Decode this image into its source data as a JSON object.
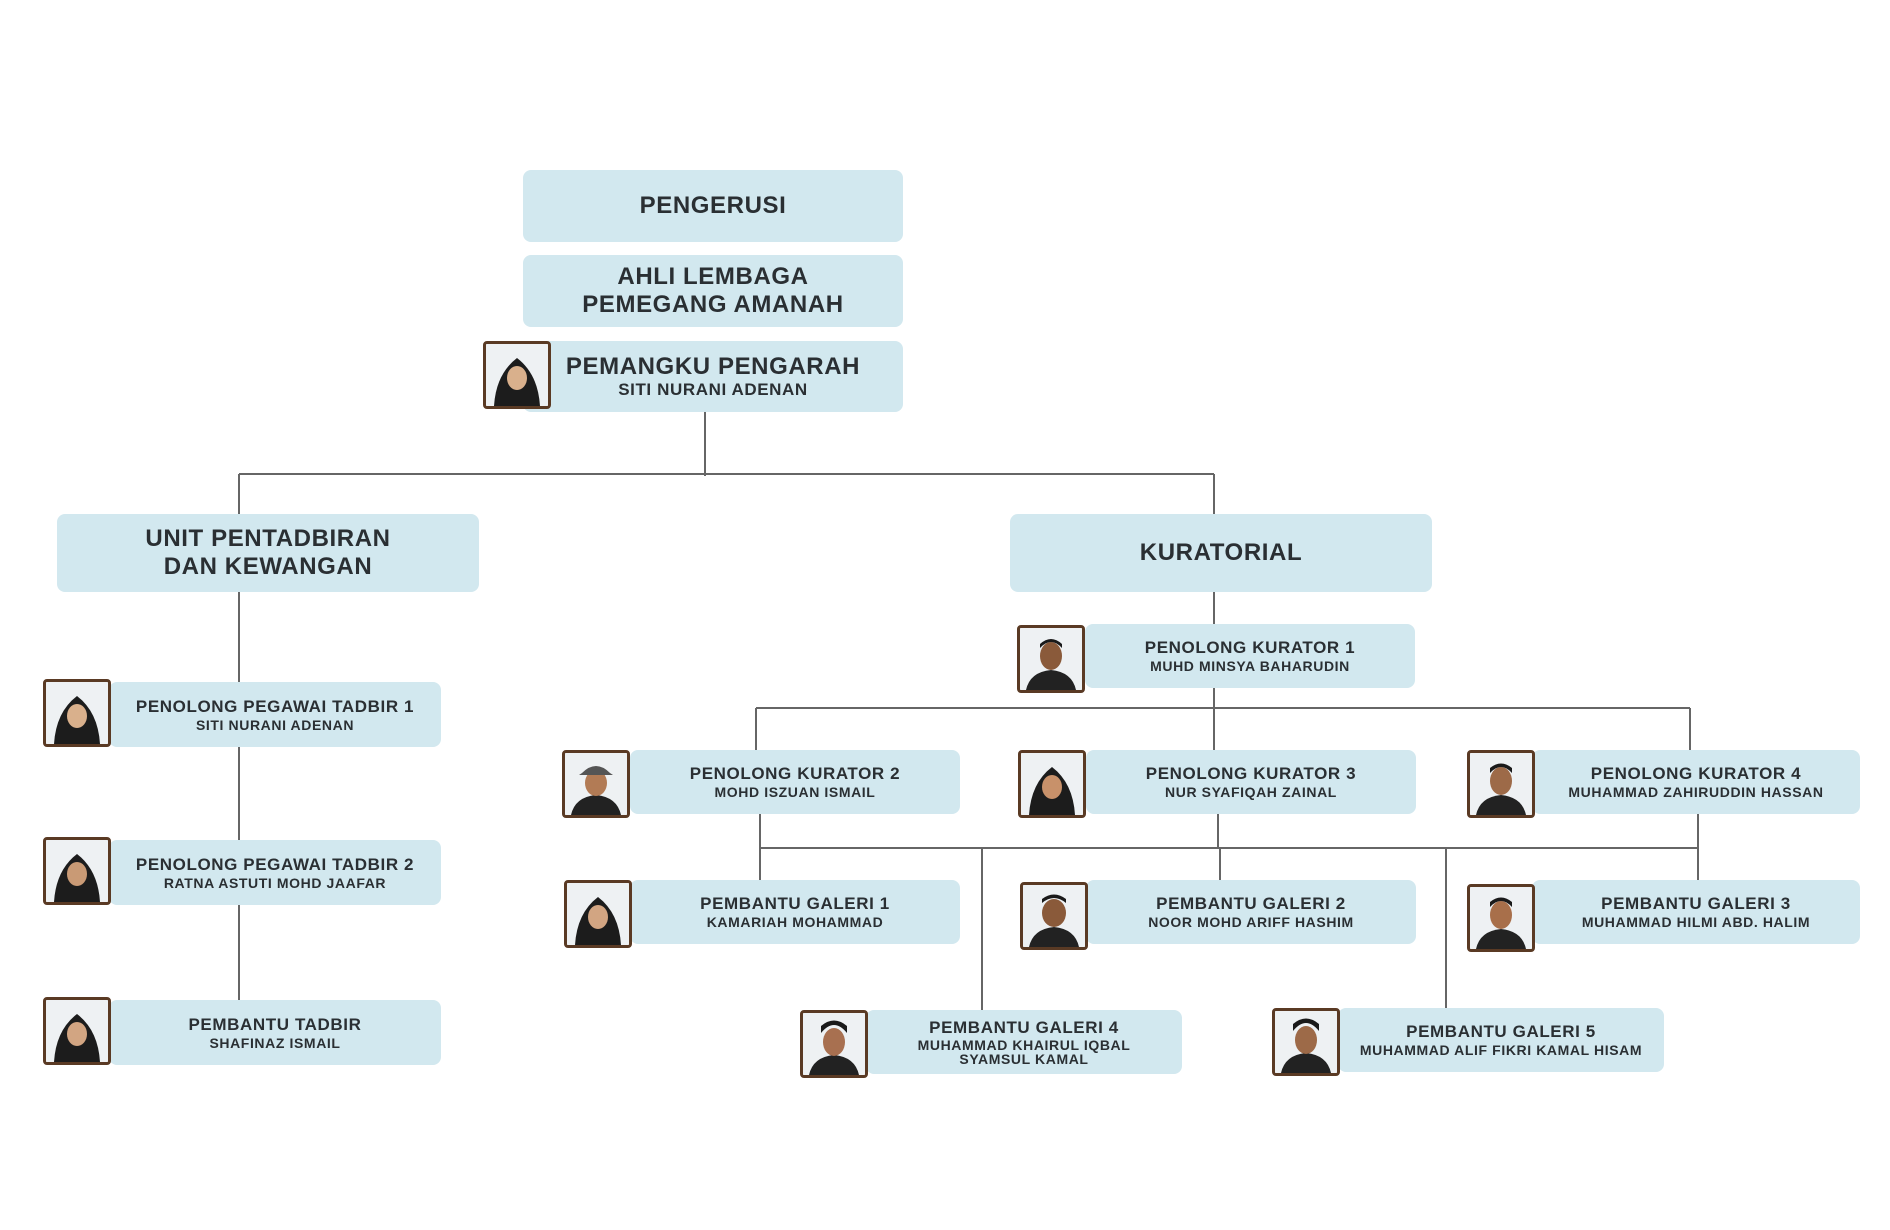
{
  "top": {
    "pengerusi": "PENGERUSI",
    "ahli_lembaga": "AHLI LEMBAGA\nPEMEGANG AMANAH",
    "pengarah_title": "PEMANGKU PENGARAH",
    "pengarah_name": "SITI NURANI ADENAN"
  },
  "units": {
    "admin": "UNIT PENTADBIRAN\nDAN KEWANGAN",
    "kuratorial": "KURATORIAL"
  },
  "admin_staff": [
    {
      "title": "PENOLONG PEGAWAI TADBIR 1",
      "name": "SITI NURANI ADENAN"
    },
    {
      "title": "PENOLONG PEGAWAI TADBIR 2",
      "name": "RATNA ASTUTI MOHD JAAFAR"
    },
    {
      "title": "PEMBANTU TADBIR",
      "name": "SHAFINAZ ISMAIL"
    }
  ],
  "curators": [
    {
      "title": "PENOLONG KURATOR 1",
      "name": "MUHD MINSYA BAHARUDIN"
    },
    {
      "title": "PENOLONG KURATOR 2",
      "name": "MOHD ISZUAN ISMAIL"
    },
    {
      "title": "PENOLONG KURATOR 3",
      "name": "NUR SYAFIQAH ZAINAL"
    },
    {
      "title": "PENOLONG KURATOR 4",
      "name": "MUHAMMAD ZAHIRUDDIN HASSAN"
    }
  ],
  "gallery": [
    {
      "title": "PEMBANTU GALERI 1",
      "name": "KAMARIAH MOHAMMAD"
    },
    {
      "title": "PEMBANTU GALERI 2",
      "name": "NOOR MOHD ARIFF HASHIM"
    },
    {
      "title": "PEMBANTU GALERI 3",
      "name": "MUHAMMAD HILMI ABD. HALIM"
    },
    {
      "title": "PEMBANTU GALERI 4",
      "name": "MUHAMMAD KHAIRUL IQBAL\nSYAMSUL KAMAL"
    },
    {
      "title": "PEMBANTU GALERI 5",
      "name": "MUHAMMAD ALIF FIKRI KAMAL HISAM"
    }
  ],
  "colors": {
    "box": "#d2e8ef",
    "line": "#666666",
    "photo_border": "#5a3a24",
    "text": "#2a2f33"
  }
}
